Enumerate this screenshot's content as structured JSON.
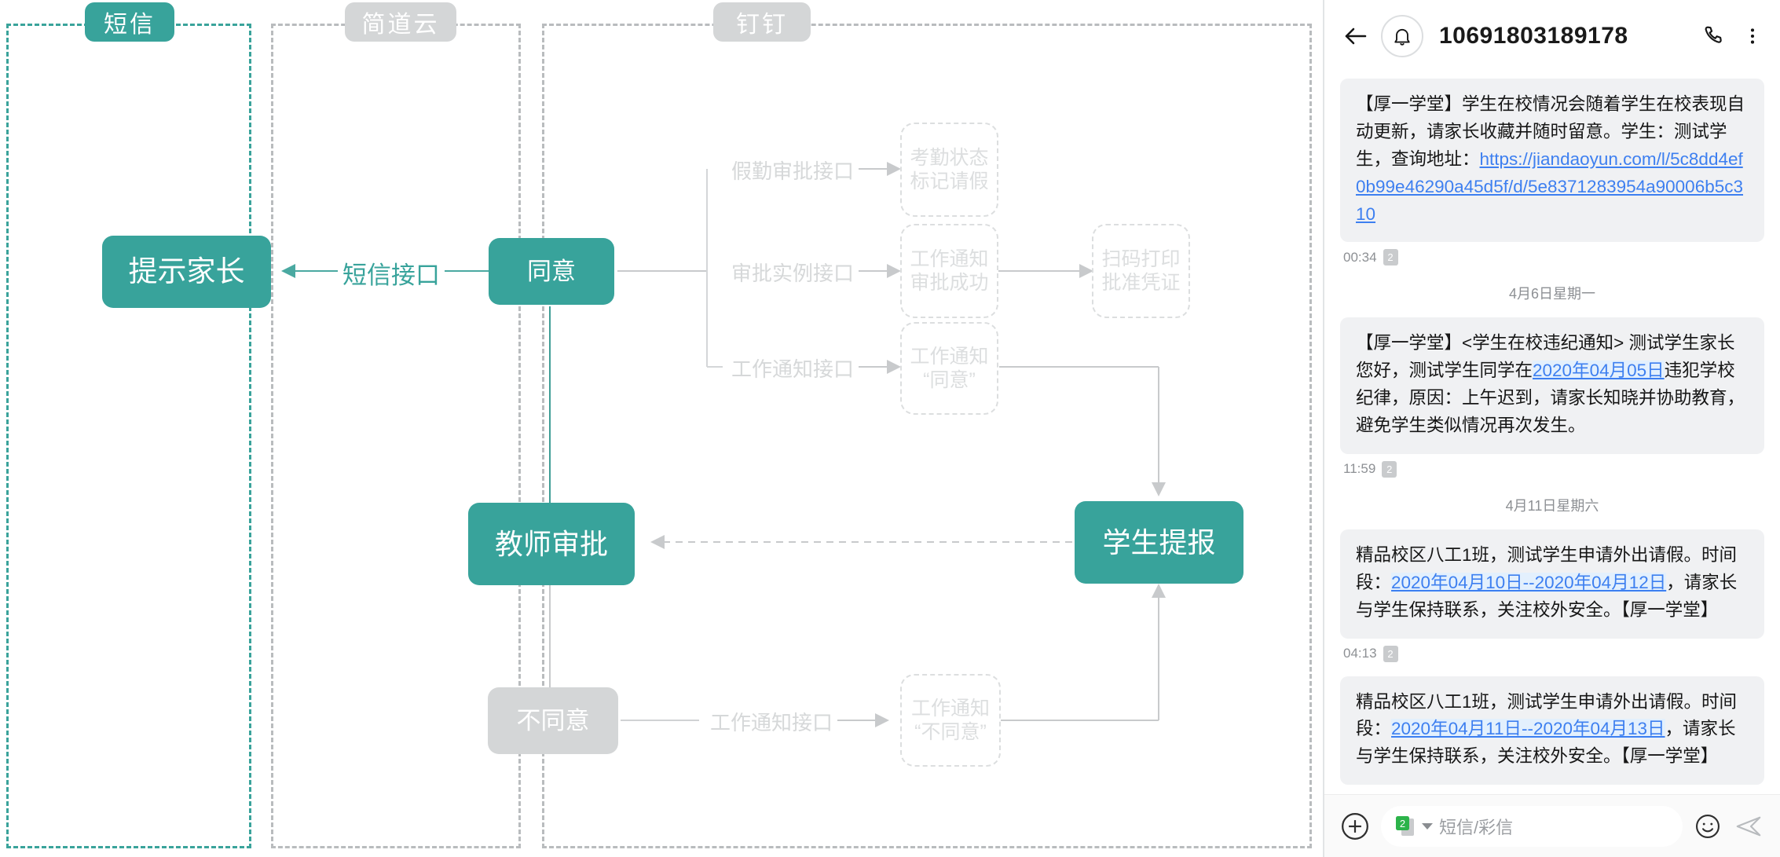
{
  "diagram": {
    "lanes": [
      {
        "name": "sms-lane",
        "label": "短信",
        "style": "teal"
      },
      {
        "name": "jiandaoyun-lane",
        "label": "简道云",
        "style": "grey"
      },
      {
        "name": "dingtalk-lane",
        "label": "钉钉",
        "style": "grey"
      }
    ],
    "nodes": [
      {
        "id": "notify-parent",
        "label": "提示家长",
        "style": "solid-teal"
      },
      {
        "id": "agree",
        "label": "同意",
        "style": "solid-teal"
      },
      {
        "id": "teacher-approve",
        "label": "教师审批",
        "style": "solid-teal"
      },
      {
        "id": "student-submit",
        "label": "学生提报",
        "style": "solid-teal"
      },
      {
        "id": "disagree",
        "label": "不同意",
        "style": "solid-grey"
      },
      {
        "id": "attendance-mark",
        "label": "考勤状态\n标记请假",
        "style": "dashed-grey"
      },
      {
        "id": "work-notice-ok",
        "label": "工作通知\n审批成功",
        "style": "dashed-grey"
      },
      {
        "id": "work-notice-agree",
        "label": "工作通知\n“同意”",
        "style": "dashed-grey"
      },
      {
        "id": "scan-print",
        "label": "扫码打印\n批准凭证",
        "style": "dashed-grey"
      },
      {
        "id": "work-notice-deny",
        "label": "工作通知\n“不同意”",
        "style": "dashed-grey"
      }
    ],
    "edge_labels": [
      {
        "id": "sms-api",
        "label": "短信接口",
        "style": "teal"
      },
      {
        "id": "attendance-api",
        "label": "假勤审批接口",
        "style": "grey"
      },
      {
        "id": "approval-instance-api",
        "label": "审批实例接口",
        "style": "grey"
      },
      {
        "id": "work-notice-api-1",
        "label": "工作通知接口",
        "style": "grey"
      },
      {
        "id": "work-notice-api-2",
        "label": "工作通知接口",
        "style": "grey"
      }
    ],
    "colors": {
      "teal": "#38a39b",
      "grey_solid": "#d4d6d7",
      "grey_dashed": "#dcdedf",
      "lane_teal_border": "#3aa39b",
      "lane_grey_border": "#b9bcbe"
    }
  },
  "phone": {
    "header": {
      "back_icon": "back-arrow-icon",
      "bell_icon": "bell-icon",
      "number": "10691803189178",
      "call_icon": "phone-call-icon",
      "menu_icon": "more-vertical-icon"
    },
    "messages": [
      {
        "id": "msg-1",
        "day_divider": null,
        "segments": [
          {
            "t": "【厚一学堂】学生在校情况会随着学生在校表现自动更新，请家长收藏并随时留意。学生：测试学生，查询地址：",
            "link": false
          },
          {
            "t": "https://jiandaoyun.com/l/5c8dd4ef0b99e46290a45d5f/d/5e8371283954a90006b5c310",
            "link": true
          }
        ],
        "time": "00:34",
        "sim": "2"
      },
      {
        "id": "msg-2",
        "day_divider": "4月6日星期一",
        "segments": [
          {
            "t": "【厚一学堂】<学生在校违纪通知> 测试学生家长您好，测试学生同学在",
            "link": false
          },
          {
            "t": "2020年04月05日",
            "link": true
          },
          {
            "t": "违犯学校纪律，原因：上午迟到，请家长知晓并协助教育，避免学生类似情况再次发生。",
            "link": false
          }
        ],
        "time": "11:59",
        "sim": "2"
      },
      {
        "id": "msg-3",
        "day_divider": "4月11日星期六",
        "segments": [
          {
            "t": "精品校区八工1班，测试学生申请外出请假。时间段：",
            "link": false
          },
          {
            "t": "2020年04月10日--2020年04月12日",
            "link": true
          },
          {
            "t": "，请家长与学生保持联系，关注校外安全。【厚一学堂】",
            "link": false
          }
        ],
        "time": "04:13",
        "sim": "2"
      },
      {
        "id": "msg-4",
        "day_divider": null,
        "segments": [
          {
            "t": "精品校区八工1班，测试学生申请外出请假。时间段：",
            "link": false
          },
          {
            "t": "2020年04月11日--2020年04月13日",
            "link": true
          },
          {
            "t": "，请家长与学生保持联系，关注校外安全。【厚一学堂】",
            "link": false
          }
        ],
        "time": null,
        "sim": null
      }
    ],
    "input_bar": {
      "add_icon": "plus-circle-icon",
      "sim_icon": "sim-card-icon",
      "sim_label": "2",
      "dropdown_icon": "chevron-down-icon",
      "placeholder": "短信/彩信",
      "emoji_icon": "smiley-icon",
      "send_icon": "send-icon"
    }
  }
}
